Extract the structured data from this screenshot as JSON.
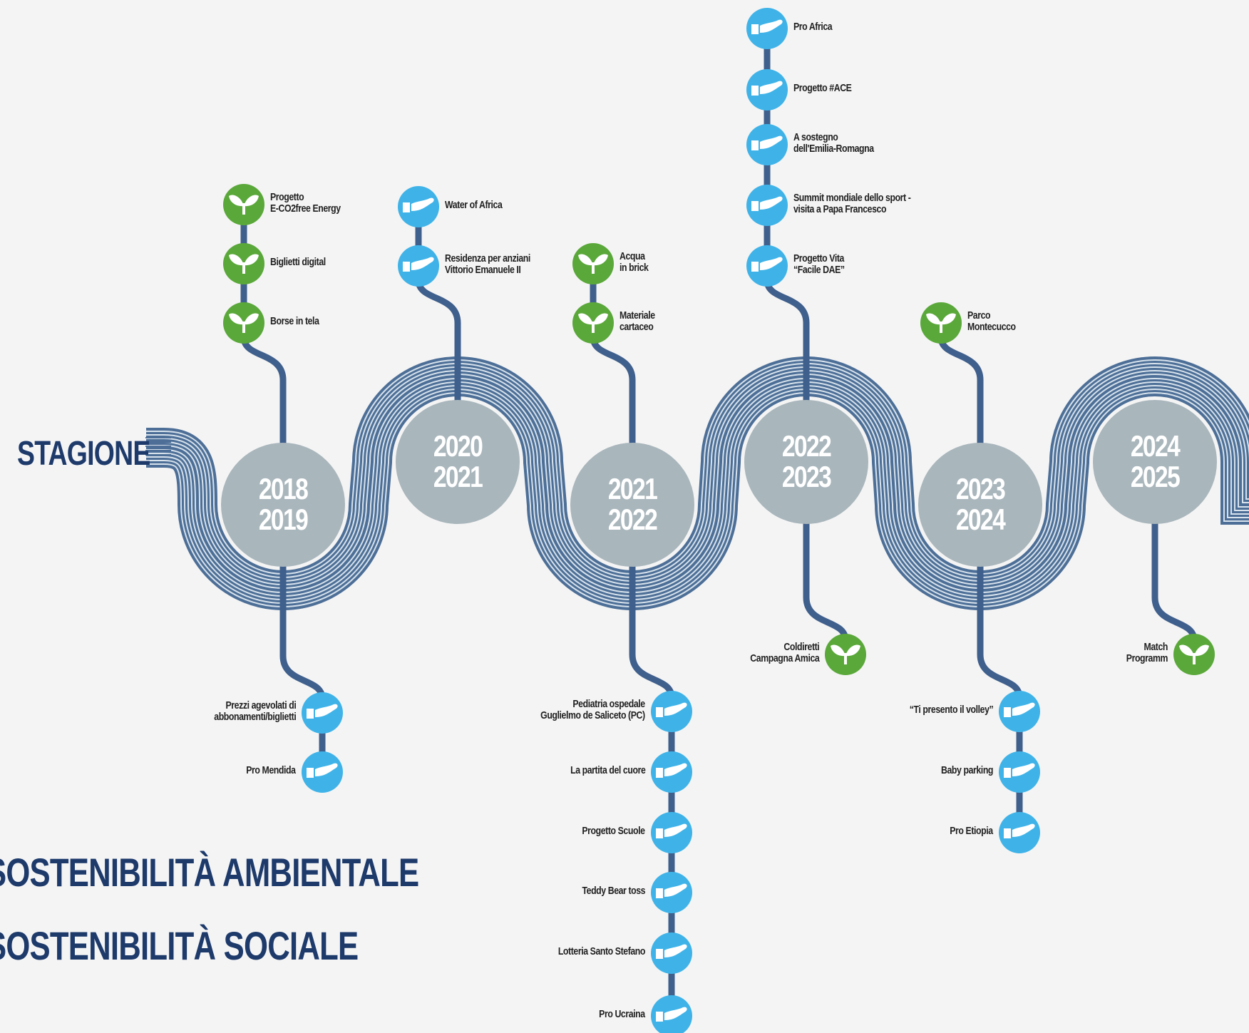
{
  "title": "STAGIONE",
  "legend": {
    "environmental": "SOSTENIBILITÀ AMBIENTALE",
    "social": "SOSTENIBILITÀ SOCIALE"
  },
  "colors": {
    "background": "#f4f4f4",
    "road": "#4d6f97",
    "road_line": "#e7eef5",
    "connector": "#3f5f8c",
    "season_circle": "#a9b6bc",
    "environmental": "#5aa83a",
    "social": "#3fb3e8",
    "heading": "#1d3a6b"
  },
  "icons": {
    "environmental": "leaf-icon",
    "social": "hand-icon"
  },
  "seasons": [
    {
      "label": "2018\n2019",
      "above": [
        {
          "text": "Progetto\nE-CO2free Energy",
          "type": "environmental"
        },
        {
          "text": "Biglietti digital",
          "type": "environmental"
        },
        {
          "text": "Borse in tela",
          "type": "environmental"
        }
      ],
      "below": [
        {
          "text": "Prezzi agevolati di\nabbonamenti/biglietti",
          "type": "social"
        },
        {
          "text": "Pro Mendida",
          "type": "social"
        }
      ]
    },
    {
      "label": "2020\n2021",
      "above": [
        {
          "text": "Water of Africa",
          "type": "social"
        },
        {
          "text": "Residenza per anziani\nVittorio Emanuele II",
          "type": "social"
        }
      ],
      "below": []
    },
    {
      "label": "2021\n2022",
      "above": [
        {
          "text": "Acqua\nin brick",
          "type": "environmental"
        },
        {
          "text": "Materiale\ncartaceo",
          "type": "environmental"
        }
      ],
      "below": [
        {
          "text": "Pediatria ospedale\nGuglielmo de Saliceto (PC)",
          "type": "social"
        },
        {
          "text": "La partita del cuore",
          "type": "social"
        },
        {
          "text": "Progetto Scuole",
          "type": "social"
        },
        {
          "text": "Teddy Bear toss",
          "type": "social"
        },
        {
          "text": "Lotteria Santo Stefano",
          "type": "social"
        },
        {
          "text": "Pro Ucraina",
          "type": "social"
        }
      ]
    },
    {
      "label": "2022\n2023",
      "above": [
        {
          "text": "Pro Africa",
          "type": "social"
        },
        {
          "text": "Progetto #ACE",
          "type": "social"
        },
        {
          "text": "A sostegno\ndell'Emilia-Romagna",
          "type": "social"
        },
        {
          "text": "Summit mondiale dello sport -\nvisita a Papa Francesco",
          "type": "social"
        },
        {
          "text": "Progetto Vita\n“Facile DAE”",
          "type": "social"
        }
      ],
      "below": [
        {
          "text": "Coldiretti\nCampagna Amica",
          "type": "environmental"
        }
      ]
    },
    {
      "label": "2023\n2024",
      "above": [
        {
          "text": "Parco\nMontecucco",
          "type": "environmental"
        }
      ],
      "below": [
        {
          "text": "“Ti presento il volley”",
          "type": "social"
        },
        {
          "text": "Baby parking",
          "type": "social"
        },
        {
          "text": "Pro Etiopia",
          "type": "social"
        }
      ]
    },
    {
      "label": "2024\n2025",
      "above": [],
      "below": [
        {
          "text": "Match\nProgramm",
          "type": "environmental"
        }
      ]
    }
  ]
}
